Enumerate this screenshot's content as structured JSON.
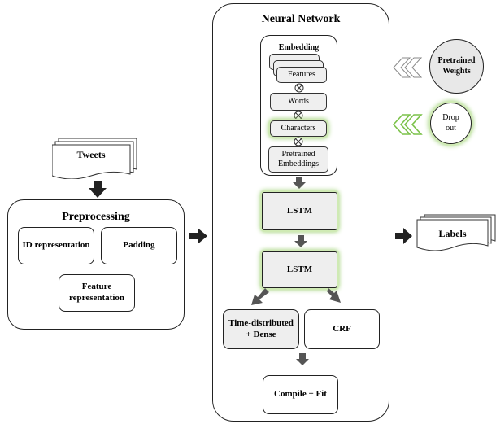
{
  "nodes": {
    "tweets": "Tweets",
    "preprocessing": {
      "title": "Preprocessing",
      "id_representation": "ID representation",
      "padding": "Padding",
      "feature_representation_1": "Feature",
      "feature_representation_2": "representation"
    },
    "neural_network": {
      "title": "Neural Network",
      "embedding": {
        "title": "Embedding",
        "features": "Features",
        "words": "Words",
        "characters": "Characters",
        "pretrained_embeddings_1": "Pretrained",
        "pretrained_embeddings_2": "Embeddings"
      },
      "lstm_1": "LSTM",
      "lstm_2": "LSTM",
      "time_distributed_1": "Time-distributed",
      "time_distributed_2": "+ Dense",
      "crf": "CRF",
      "compile_fit": "Compile + Fit"
    },
    "pretrained_weights_1": "Pretrained",
    "pretrained_weights_2": "Weights",
    "dropout_1": "Drop",
    "dropout_2": "out",
    "labels": "Labels"
  },
  "colors": {
    "highlight_green": "#9bd070",
    "box_gray": "#eeeeee",
    "arrow_dark": "#222222",
    "arrow_gray": "#555555"
  },
  "icons": [
    "document-stack-icon",
    "concat-circle-x-icon",
    "double-chevron-left-icon",
    "arrow-down-icon",
    "arrow-right-icon"
  ]
}
